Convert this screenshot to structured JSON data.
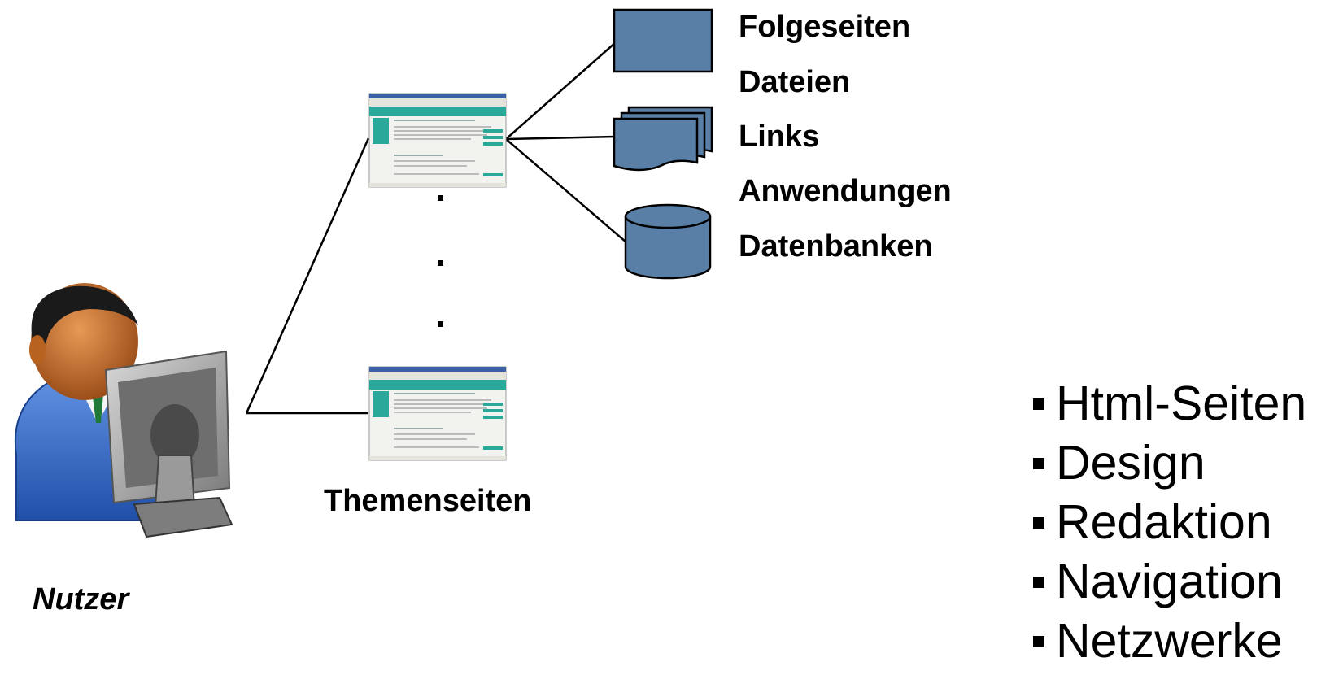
{
  "diagram": {
    "user_label": "Nutzer",
    "pages_label": "Themenseiten",
    "resources": [
      "Folgeseiten",
      "Dateien",
      "Links",
      "Anwendungen",
      "Datenbanken"
    ],
    "features": [
      "Html-Seiten",
      "Design",
      "Redaktion",
      "Navigation",
      "Netzwerke"
    ]
  },
  "colors": {
    "shape_fill": "#5a7fa6",
    "line": "#000000",
    "thumbnail_accent": "#2aa89a"
  },
  "icons": {
    "user": "user-at-computer-icon",
    "page": "webpage-thumbnail-icon",
    "pages": "document-icon",
    "files": "multi-document-icon",
    "database": "database-cylinder-icon"
  }
}
